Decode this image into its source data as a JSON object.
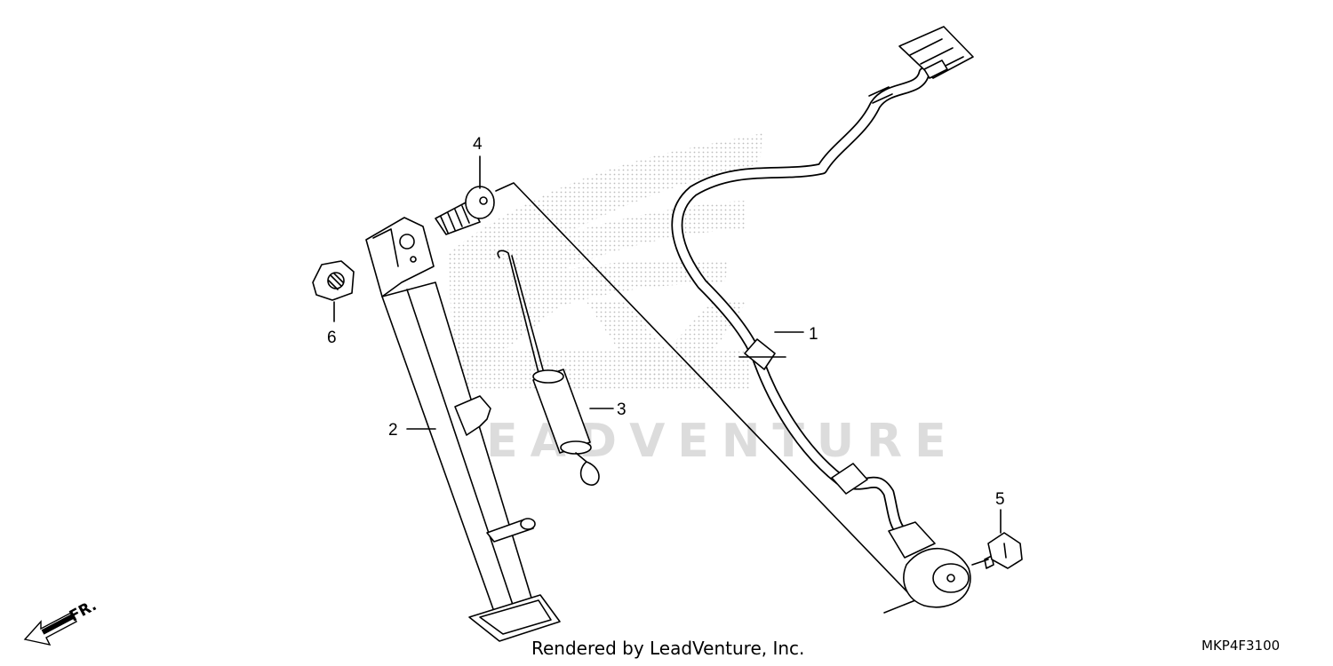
{
  "parts": [
    {
      "number": "1",
      "name": "side-stand-switch-harness"
    },
    {
      "number": "2",
      "name": "side-stand"
    },
    {
      "number": "3",
      "name": "side-stand-spring"
    },
    {
      "number": "4",
      "name": "pivot-bolt"
    },
    {
      "number": "5",
      "name": "switch-bolt"
    },
    {
      "number": "6",
      "name": "lock-nut"
    }
  ],
  "watermark": {
    "brand_logo": "wing-logo",
    "text": "LEADVENTURE"
  },
  "direction_indicator": {
    "label": "FR.",
    "icon": "front-arrow-icon"
  },
  "footer": {
    "rendered_by": "Rendered by LeadVenture, Inc.",
    "diagram_code": "MKP4F3100"
  }
}
